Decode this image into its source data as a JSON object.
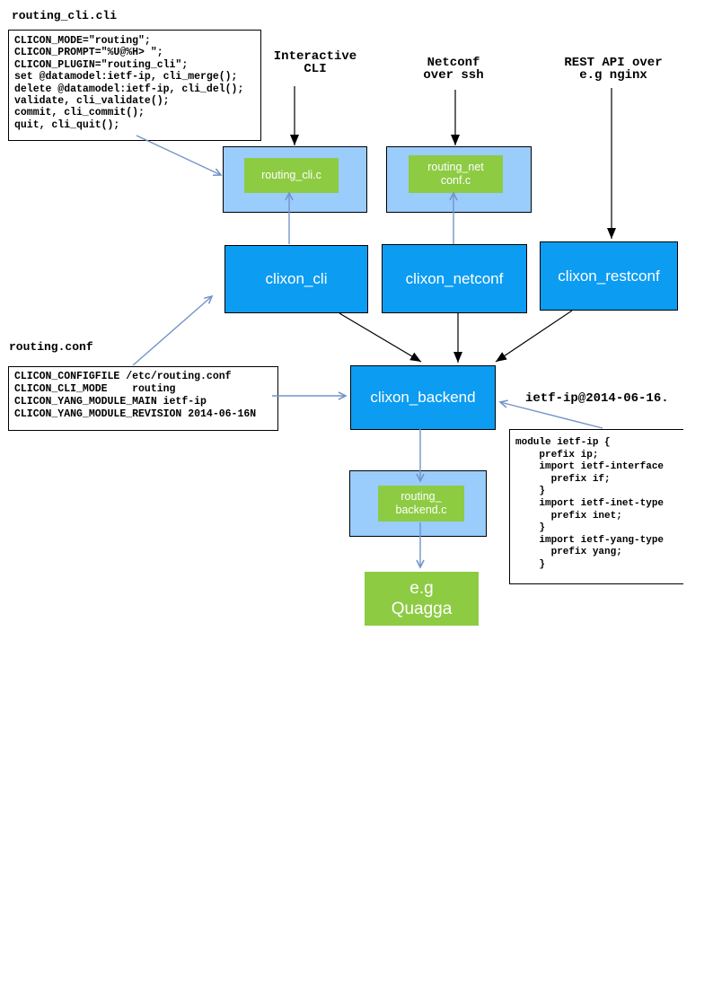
{
  "colors": {
    "bright_blue": "#0C9CF2",
    "light_blue": "#9ACCFC",
    "green": "#8DCB43",
    "arrow_blue": "#7394C9",
    "arrow_black": "#000000"
  },
  "files": {
    "cli_file": {
      "title": "routing_cli.cli",
      "code": "CLICON_MODE=\"routing\";\nCLICON_PROMPT=\"%U@%H> \";\nCLICON_PLUGIN=\"routing_cli\";\nset @datamodel:ietf-ip, cli_merge();\ndelete @datamodel:ietf-ip, cli_del();\nvalidate, cli_validate();\ncommit, cli_commit();\nquit, cli_quit();"
    },
    "conf_file": {
      "title": "routing.conf",
      "code": "CLICON_CONFIGFILE /etc/routing.conf\nCLICON_CLI_MODE    routing\nCLICON_YANG_MODULE_MAIN ietf-ip\nCLICON_YANG_MODULE_REVISION 2014-06-16N"
    },
    "yang_file": {
      "label": "ietf-ip@2014-06-16.",
      "code": "module ietf-ip {\n    prefix ip;\n    import ietf-interface\n      prefix if;\n    }\n    import ietf-inet-type\n      prefix inet;\n    }\n    import ietf-yang-type\n      prefix yang;\n    }"
    }
  },
  "labels": {
    "interactive_cli": "Interactive\nCLI",
    "netconf_ssh": "Netconf\nover ssh",
    "rest_api": "REST API over\ne.g nginx"
  },
  "nodes": {
    "routing_cli_c": "routing_cli.c",
    "routing_netconf_c": "routing_net\nconf.c",
    "clixon_cli": "clixon_cli",
    "clixon_netconf": "clixon_netconf",
    "clixon_restconf": "clixon_restconf",
    "clixon_backend": "clixon_backend",
    "routing_backend_c": "routing_\nbackend.c",
    "quagga": "e.g\nQuagga"
  }
}
